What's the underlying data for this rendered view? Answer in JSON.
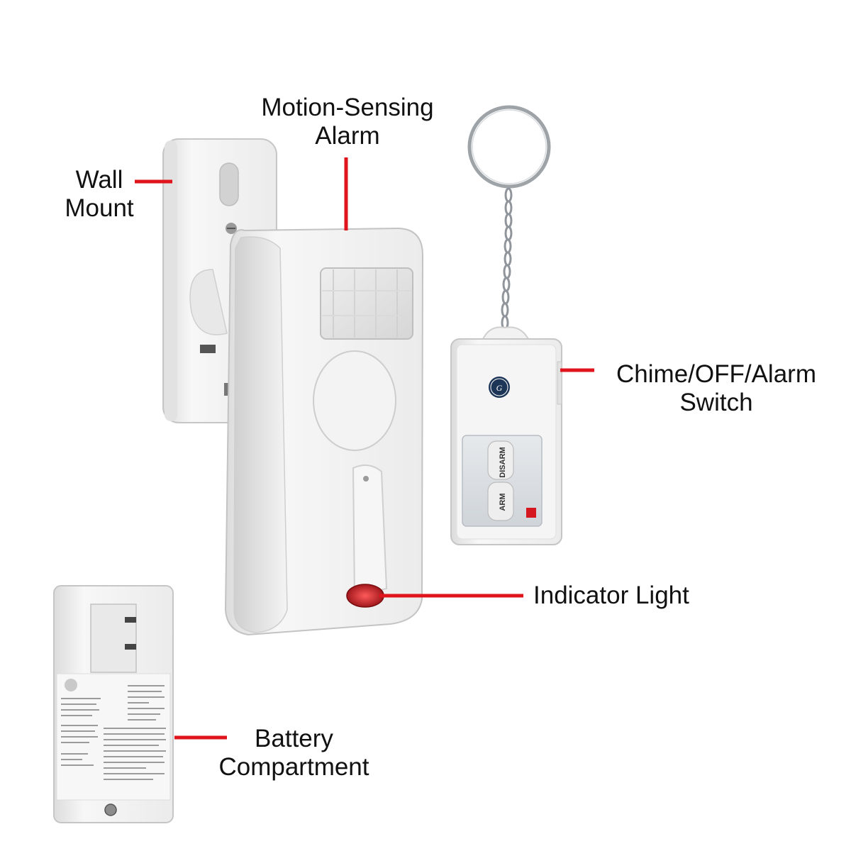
{
  "colors": {
    "leader_line": "#e0141c",
    "device_body": "#f1f1f1",
    "device_edge": "#c9c9c9",
    "indicator_red": "#c4151c",
    "remote_panel": "#d9dde2"
  },
  "labels": {
    "motion_sensing_alarm": [
      "Motion-Sensing",
      "Alarm"
    ],
    "wall_mount": [
      "Wall",
      "Mount"
    ],
    "chime_switch": [
      "Chime/OFF/Alarm",
      "Switch"
    ],
    "indicator_light": [
      "Indicator Light"
    ],
    "battery_compartment": [
      "Battery",
      "Compartment"
    ]
  },
  "remote": {
    "disarm_label": "DISARM",
    "arm_label": "ARM"
  },
  "icons": [
    "ge-logo-icon",
    "key-ring-icon",
    "screw-icon"
  ]
}
